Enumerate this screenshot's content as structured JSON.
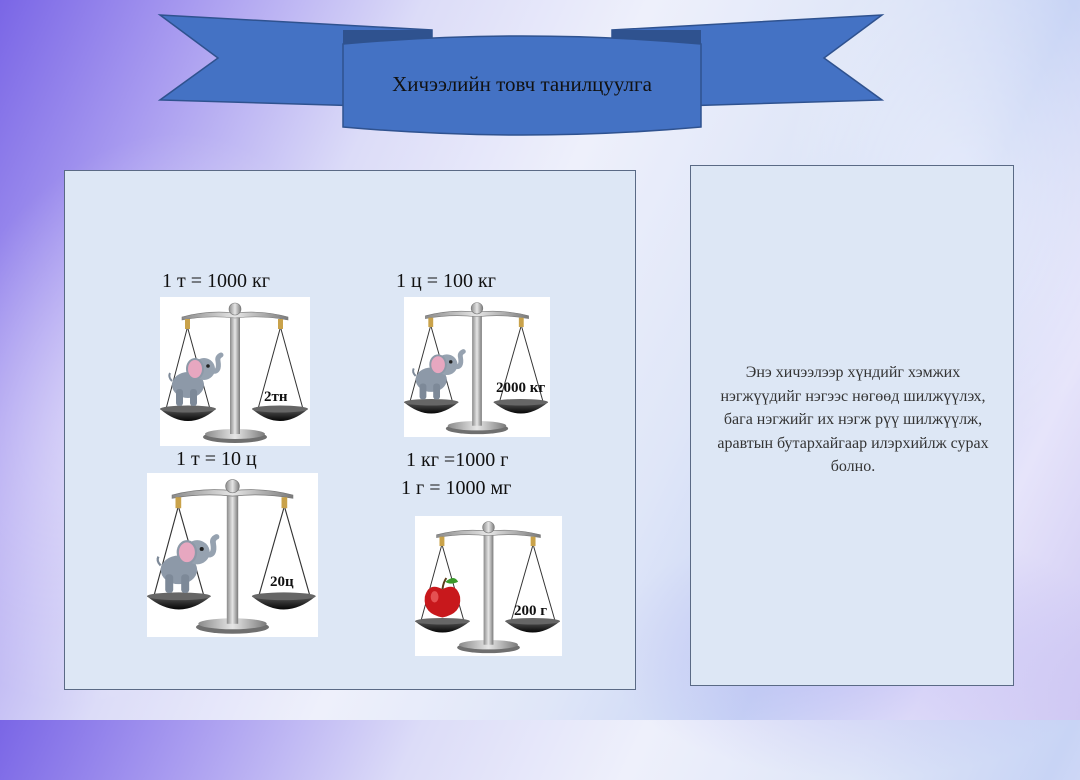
{
  "title": "Хичээлийн товч танилцуулга",
  "colors": {
    "banner_fill": "#4472c4",
    "banner_stroke": "#2f528f",
    "panel_fill": "#dde7f5"
  },
  "conversions": {
    "ton_to_kg": "1 т = 1000 кг",
    "centner_to_kg": "1 ц = 100 кг",
    "ton_to_centner": "1 т = 10 ц",
    "kg_to_g": "1 кг =1000 г",
    "g_to_mg": "1 г = 1000 мг"
  },
  "scales": [
    {
      "left_item": "elephant-icon",
      "right_label": "2тн"
    },
    {
      "left_item": "elephant-icon",
      "right_label": "2000 кг"
    },
    {
      "left_item": "elephant-icon",
      "right_label": "20ц"
    },
    {
      "left_item": "apple-icon",
      "right_label": "200 г"
    }
  ],
  "description": "Энэ хичээлээр хүндийг хэмжих нэгжүүдийг нэгээс нөгөөд шилжүүлэх, бага нэгжийг их нэгж рүү шилжүүлж, аравтын бутархайгаар илэрхийлж сурах болно."
}
